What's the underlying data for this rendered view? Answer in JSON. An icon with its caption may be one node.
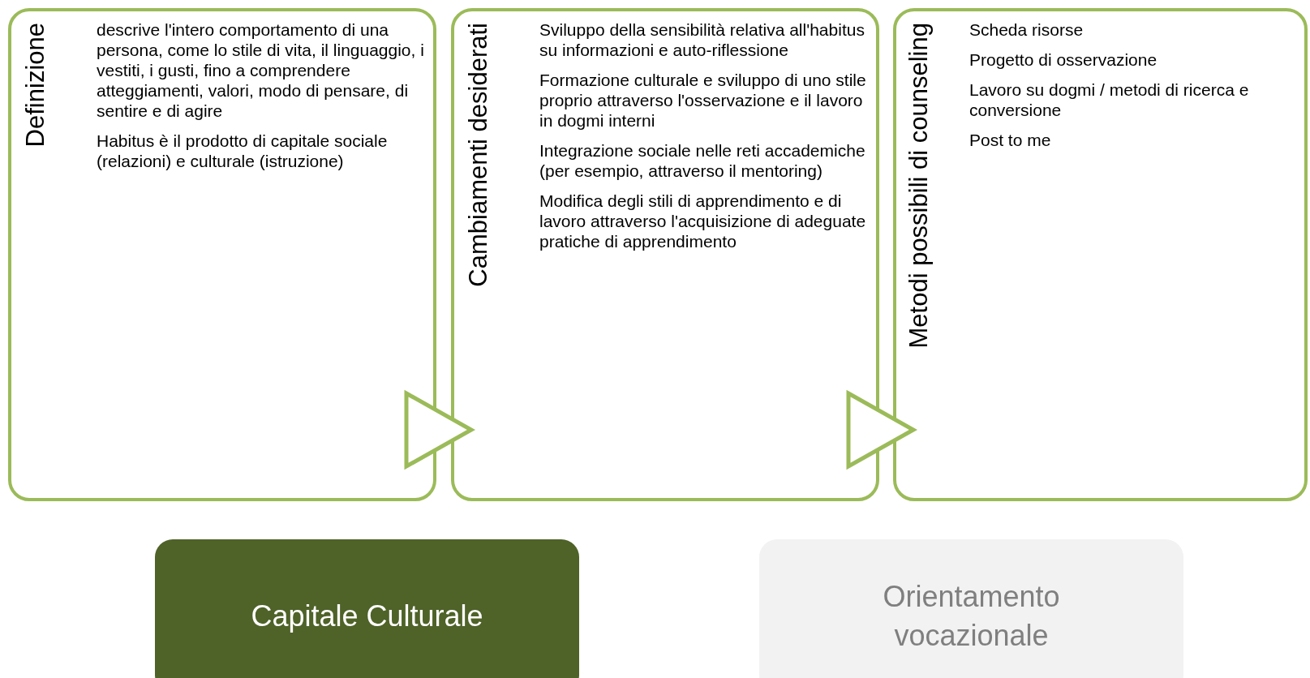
{
  "diagram": {
    "nodes": [
      {
        "text": [
          "Definizione",
          "descrive l'intero comportamento di una persona, come lo stile di vita, il linguaggio, i vestiti, i gusti, fino a comprendere atteggiamenti, valori, modo di pensare, di sentire e di agire",
          "Habitus è il prodotto di capitale sociale (relazioni) e culturale (istruzione)"
        ]
      },
      {
        "text": [
          "Cambiamenti desiderati",
          "Sviluppo della sensibilità relativa all'habitus su informazioni e auto-riflessione",
          "Formazione culturale e sviluppo di uno stile proprio attraverso l'osservazione e il lavoro in dogmi interni",
          "Integrazione sociale nelle reti accademiche (per esempio, attraverso il mentoring)",
          "Modifica degli stili di apprendimento e di lavoro attraverso l'acquisizione di adeguate pratiche di apprendimento"
        ]
      },
      {
        "text": [
          "Metodi possibili di counseling",
          "Scheda risorse",
          "Progetto di osservazione",
          "Lavoro su dogmi / metodi di ricerca e conversione",
          "Post to me"
        ]
      },
      {
        "text": [
          "Capitale Culturale"
        ]
      },
      {
        "text": [
          "Orientamento vocazionale"
        ]
      }
    ],
    "edges": [
      {
        "from": 0,
        "to": 1,
        "arrow": "to"
      },
      {
        "from": 1,
        "to": 2,
        "arrow": "to"
      }
    ]
  }
}
